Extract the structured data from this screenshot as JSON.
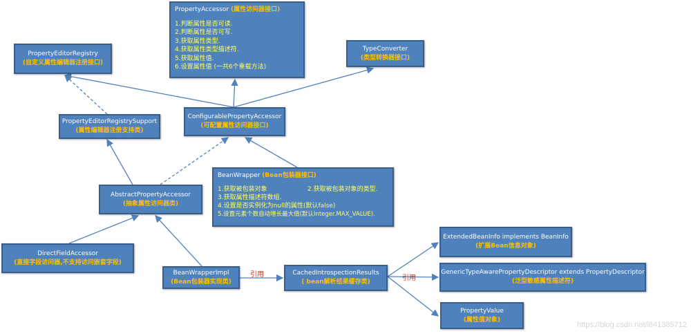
{
  "nodes": {
    "property_accessor": {
      "title": "PropertyAccessor",
      "subtitle": "(属性访问器接口)",
      "items": [
        "1.判断属性是否可读.",
        "2.判断属性是否可写.",
        "3.获取属性类型.",
        "4.获取属性类型描述符.",
        "5.获取属性值.",
        "6.设置属性值 (一共6个重载方法)"
      ]
    },
    "type_converter": {
      "title": "TypeConverter",
      "subtitle": "(类型转换器接口)"
    },
    "property_editor_registry": {
      "title": "PropertyEditorRegistry",
      "subtitle": "(自定义属性编辑器注册接口)"
    },
    "property_editor_registry_support": {
      "title": "PropertyEditorRegistrySupport",
      "subtitle": "(属性编辑器注册支持类)"
    },
    "configurable_property_accessor": {
      "title": "ConfigurablePropertyAccessor",
      "subtitle": "(可配置属性访问器接口)"
    },
    "bean_wrapper": {
      "title": "BeanWrapper",
      "subtitle": "(Bean包装器接口)",
      "items": [
        "1.获取被包装对象",
        "2.获取被包装对象的类型.",
        "3.获取属性描述符数组.",
        "4.设置是否实例化为null的属性(默认false)",
        "5.设置元素个数自动增长最大值(默认Integer.MAX_VALUE)."
      ]
    },
    "abstract_property_accessor": {
      "title": "AbstractPropertyAccessor",
      "subtitle": "(抽象属性访问器类)"
    },
    "direct_field_accessor": {
      "title": "DirectFieldAccessor",
      "subtitle": "(直接字段访问器,不支持访问嵌套字段)"
    },
    "bean_wrapper_impl": {
      "title": "BeanWrapperImpl",
      "subtitle": "(Bean包装器实现类)"
    },
    "cached_introspection_results": {
      "title": "CachedIntrospectionResults",
      "subtitle": "( bean解析结果缓存类)"
    },
    "extended_bean_info": {
      "title": "ExtendedBeanInfo  implements BeanInfo",
      "subtitle": "(扩展Bean信息对象)"
    },
    "generic_type_aware_pd": {
      "title": "GenericTypeAwarePropertyDescriptor  extends PropertyDescriptor",
      "subtitle": "(泛型敏感属性描述符)"
    },
    "property_value": {
      "title": "PropertyValue",
      "subtitle": "(属性值对象)"
    }
  },
  "edge_labels": {
    "ref1": "引用",
    "ref2": "引用"
  },
  "watermark": "https://blog.csdn.net/l641385712",
  "colors": {
    "box": "#4f81bd",
    "border": "#385d8a",
    "subtitle": "#ffc000",
    "line": "#4f81bd",
    "ref": "#c0392b"
  }
}
